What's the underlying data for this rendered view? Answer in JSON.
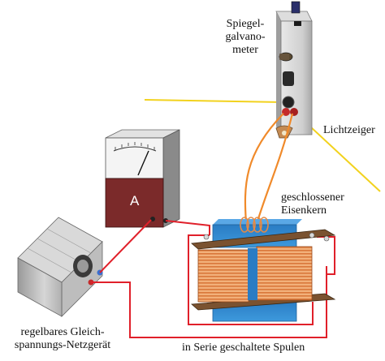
{
  "labels": {
    "galvanometer_line1": "Spiegel-",
    "galvanometer_line2": "galvano-",
    "galvanometer_line3": "meter",
    "light_pointer": "Lichtzeiger",
    "core_line1": "geschlossener",
    "core_line2": "Eisenkern",
    "ammeter_symbol": "A",
    "supply_line1": "regelbares Gleich-",
    "supply_line2": "spannungs-Netzgerät",
    "coils": "in Serie geschaltete Spulen"
  },
  "colors": {
    "wire_red": "#e0202a",
    "wire_orange": "#f08a2a",
    "light_beam": "#f2d21e",
    "core_blue": "#2f83c8",
    "coil_copper": "#e58a45",
    "ammeter_body": "#7b2a2a",
    "housing_gray": "#c9c9c9"
  }
}
